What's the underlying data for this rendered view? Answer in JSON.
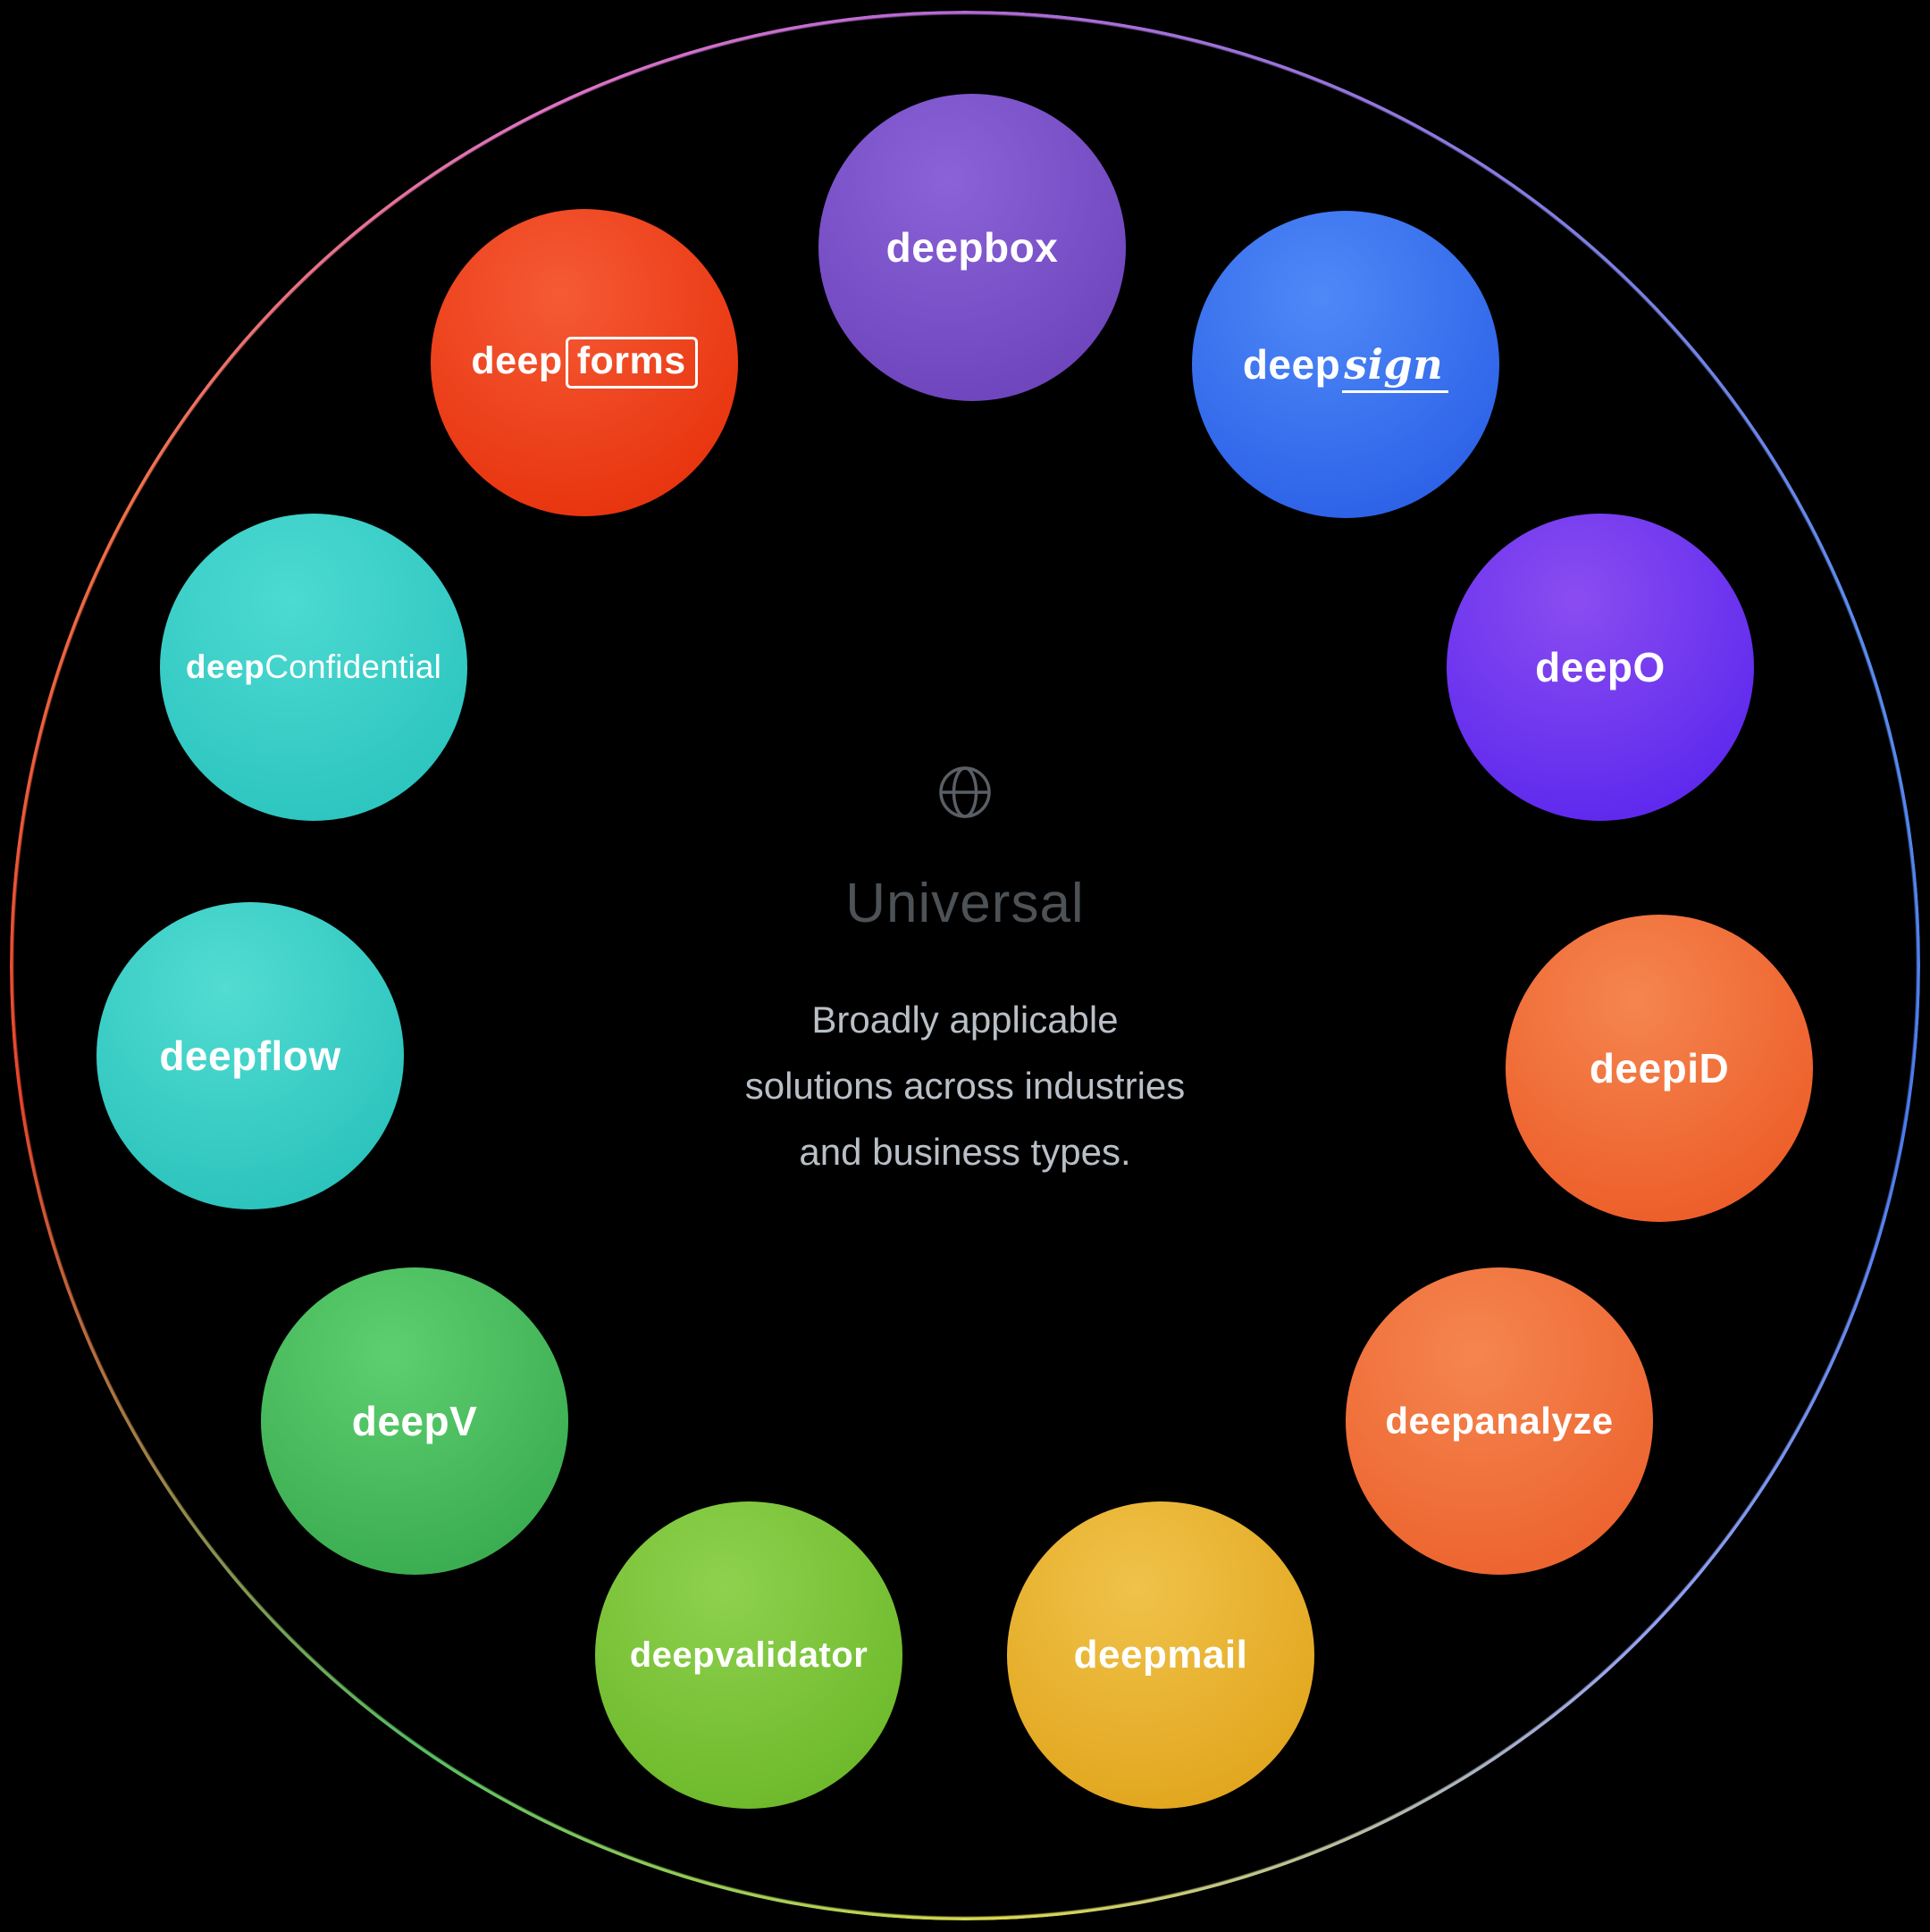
{
  "center": {
    "icon": "globe-icon",
    "title": "Universal",
    "description": "Broadly applicable solutions across industries and business types.",
    "description_lines": [
      "Broadly applicable",
      "solutions across industries",
      "and business types."
    ],
    "title_color": "#4d5257",
    "description_color": "#b9bfc7"
  },
  "ring": {
    "stops": [
      {
        "color": "#b36bd4",
        "angle": 0
      },
      {
        "color": "#5a8df0",
        "angle": 70
      },
      {
        "color": "#4b7bec",
        "angle": 100
      },
      {
        "color": "#97a4f2",
        "angle": 135
      },
      {
        "color": "#d9d94f",
        "angle": 178
      },
      {
        "color": "#55bf63",
        "angle": 215
      },
      {
        "color": "#e8452c",
        "angle": 262
      },
      {
        "color": "#f2714a",
        "angle": 300
      },
      {
        "color": "#de74c8",
        "angle": 335
      },
      {
        "color": "#b36bd4",
        "angle": 360
      }
    ]
  },
  "bubbles": [
    {
      "id": "deepbox",
      "label": "deepbox",
      "prefix": "deep",
      "suffix": "box",
      "color_top": "#8b63d8",
      "color_bottom": "#6f46bd"
    },
    {
      "id": "deepsign",
      "label": "deepsign",
      "prefix": "deep",
      "suffix": "sign",
      "color_top": "#4e89f7",
      "color_bottom": "#2e63e8"
    },
    {
      "id": "deepO",
      "label": "deepO",
      "prefix": "deep",
      "suffix": "O",
      "color_top": "#8a4df0",
      "color_bottom": "#5f2aee"
    },
    {
      "id": "deepiD",
      "label": "deepiD",
      "prefix": "deep",
      "suffix": "iD",
      "color_top": "#f5854f",
      "color_bottom": "#ed5f2a"
    },
    {
      "id": "deepanalyze",
      "label": "deepanalyze",
      "prefix": "deep",
      "suffix": "analyze",
      "color_top": "#f5854f",
      "color_bottom": "#ed6530"
    },
    {
      "id": "deepmail",
      "label": "deepmail",
      "prefix": "deep",
      "suffix": "mail",
      "color_top": "#f0c24a",
      "color_bottom": "#e2a71f"
    },
    {
      "id": "deepvalidator",
      "label": "deepvalidator",
      "prefix": "deep",
      "suffix": "validator",
      "color_top": "#8ed14e",
      "color_bottom": "#6fba2c"
    },
    {
      "id": "deepV",
      "label": "deepV",
      "prefix": "deep",
      "suffix": "V",
      "color_top": "#5ecf70",
      "color_bottom": "#3cae52"
    },
    {
      "id": "deepflow",
      "label": "deepflow",
      "prefix": "deep",
      "suffix": "flow",
      "color_top": "#52dcd2",
      "color_bottom": "#2cc4bd"
    },
    {
      "id": "deepConfidential",
      "label": "deepConfidential",
      "prefix": "deep",
      "suffix": "Confidential",
      "color_top": "#4cdad2",
      "color_bottom": "#2ec6c0"
    },
    {
      "id": "deepforms",
      "label": "deepforms",
      "prefix": "deep",
      "suffix": "forms",
      "color_top": "#f55a35",
      "color_bottom": "#e8350f"
    }
  ]
}
